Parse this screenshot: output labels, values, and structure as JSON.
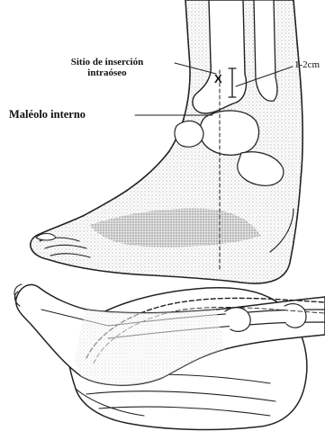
{
  "figure": {
    "labels": {
      "insertion_line1": "Sitio de inserción",
      "insertion_line2": "intraóseo",
      "malleolus": "Maléolo interno",
      "distance": "1-2cm"
    },
    "marker_symbol": "X",
    "colors": {
      "ink": "#222222",
      "shading": "#c8c8c8",
      "background": "#ffffff"
    }
  }
}
